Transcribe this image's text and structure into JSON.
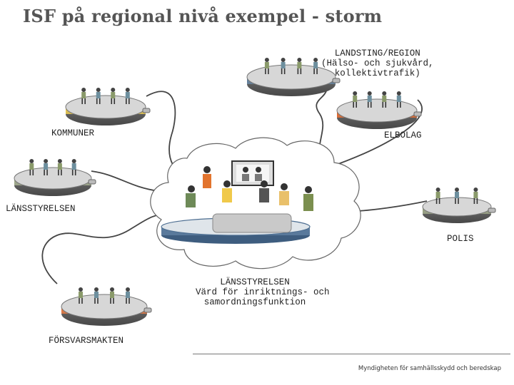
{
  "title": "ISF på regional nivå exempel - storm",
  "labels": {
    "landsting": [
      "LANDSTING/REGION",
      "(Hälso- och sjukvård,",
      "kollektivtrafik)"
    ],
    "kommuner": "KOMMUNER",
    "elbolag": "ELBOLAG",
    "lansstyrelsen_left": "LÄNSSTYRELSEN",
    "polis": "POLIS",
    "center": [
      "LÄNSSTYRELSEN",
      "Värd för inriktnings- och",
      "samordningsfunktion"
    ],
    "forsvarsmakten": "FÖRSVARSMAKTEN"
  },
  "footer": "Myndigheten för samhällsskydd och beredskap",
  "colors": {
    "landsting": "#5f7f9c",
    "kommuner": "#e7c64a",
    "elbolag": "#e5672a",
    "lansstyrelsen": "#9fa98a",
    "polis": "#98a182",
    "forsvarsmakten": "#e4733a",
    "table": "#4e6f92"
  }
}
